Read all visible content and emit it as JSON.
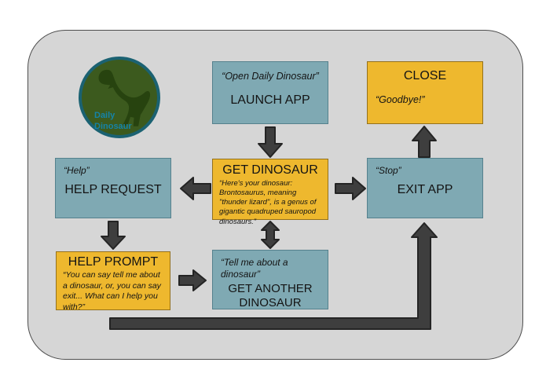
{
  "canvas": {
    "background": "#ffffff",
    "container_fill": "#d6d6d6",
    "container_border": "#4e4e4e"
  },
  "colors": {
    "teal_box": "#7fa9b3",
    "yellow_box": "#eeb82e",
    "arrow": "#3e3e3e",
    "logo_green": "#3c5a1e",
    "logo_ring": "#1b6272",
    "logo_text": "#1583a8"
  },
  "logo": {
    "line1": "Daily",
    "line2": "Dinosaur"
  },
  "nodes": {
    "launch": {
      "quote": "“Open Daily Dinosaur”",
      "label": "LAUNCH APP"
    },
    "close": {
      "label": "CLOSE",
      "quote": "“Goodbye!”"
    },
    "help_request": {
      "quote": "“Help”",
      "label": "HELP REQUEST"
    },
    "get_dinosaur": {
      "label": "GET DINOSAUR",
      "quote": "“Here's your dinosaur: Brontosaurus, meaning \"thunder lizard\", is a genus of gigantic quadruped sauropod dinosaurs.”"
    },
    "exit": {
      "quote": "“Stop”",
      "label": "EXIT APP"
    },
    "help_prompt": {
      "label": "HELP PROMPT",
      "quote": "“You can say tell me about a dinosaur, or, you can say exit... What can I help you with?”"
    },
    "get_another": {
      "quote": "“Tell me about a dinosaur”",
      "label": "GET ANOTHER DINOSAUR"
    }
  }
}
